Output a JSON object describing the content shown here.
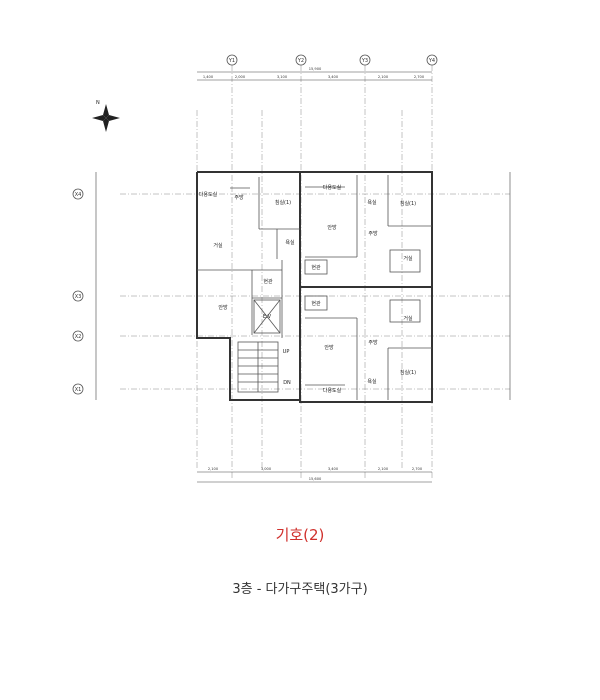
{
  "plan": {
    "north_label": "N",
    "axes_top": [
      "Y1",
      "Y2",
      "Y3",
      "Y4"
    ],
    "axes_left": [
      "X4",
      "X3",
      "X2",
      "X1"
    ],
    "top_total": "15,900",
    "top_dims": [
      "1,400",
      "2,000",
      "3,100",
      "3,400",
      "2,100",
      "2,700"
    ],
    "bottom_total": "15,600",
    "bottom_dims": [
      "2,100",
      "3,000",
      "3,400",
      "2,100",
      "2,700"
    ],
    "rooms": {
      "l_utility": "다용도실",
      "l_kitchen": "주방",
      "l_bedroom": "침실(1)",
      "l_living": "거실",
      "l_bath": "욕실",
      "l_entry": "현관",
      "l_master": "안방",
      "elevator": "E.V",
      "stair_up": "UP",
      "stair_dn": "DN",
      "r1_utility": "다용도실",
      "r1_bath": "욕실",
      "r1_bedroom": "침실(1)",
      "r1_master": "안방",
      "r1_kitchen": "주방",
      "r1_entry": "현관",
      "r1_living": "거실",
      "r2_entry": "현관",
      "r2_living": "거실",
      "r2_master": "안방",
      "r2_kitchen": "주방",
      "r2_bedroom": "침실(1)",
      "r2_bath": "욕실",
      "r2_utility": "다용도실"
    }
  },
  "caption": {
    "title": "기호(2)",
    "subtitle": "3층 - 다가구주택(3가구)"
  },
  "colors": {
    "title": "#d0312d"
  }
}
